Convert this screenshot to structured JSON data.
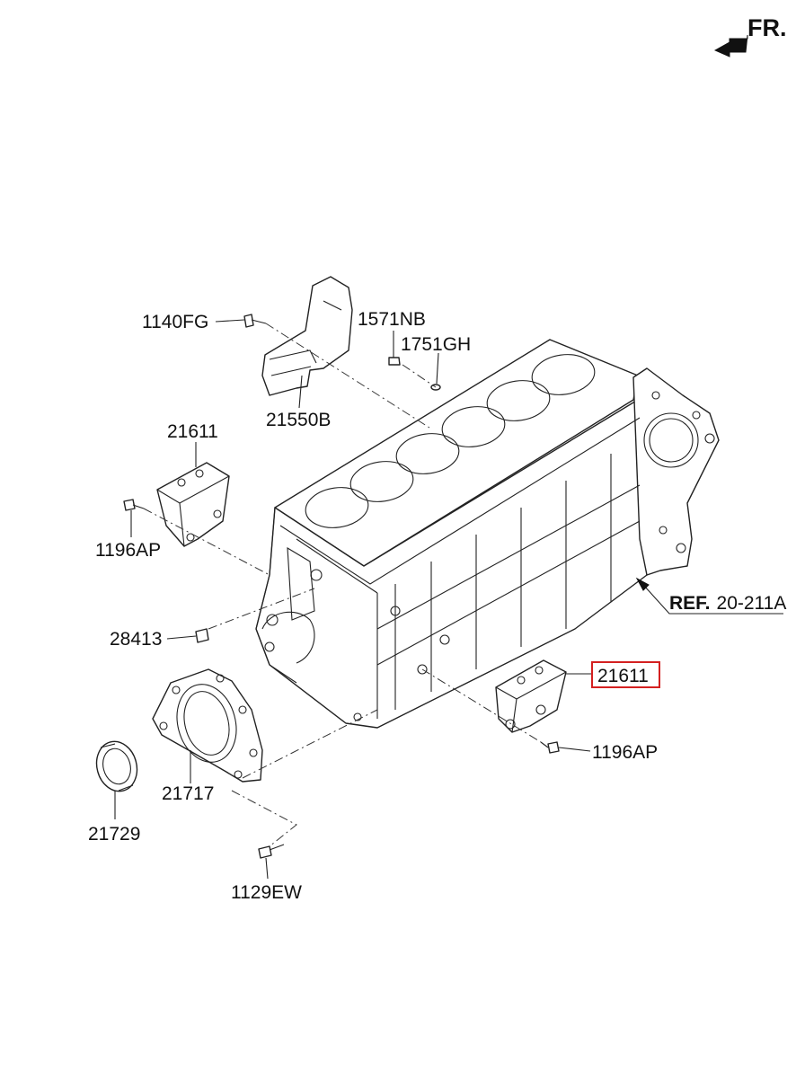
{
  "orientation": {
    "label": "FR."
  },
  "reference": {
    "prefix": "REF.",
    "code": "20-211A"
  },
  "callouts": [
    {
      "id": "1140FG",
      "label": "1140FG"
    },
    {
      "id": "1571NB",
      "label": "1571NB"
    },
    {
      "id": "1751GH",
      "label": "1751GH"
    },
    {
      "id": "21550B",
      "label": "21550B"
    },
    {
      "id": "21611-upper",
      "label": "21611"
    },
    {
      "id": "1196AP-left",
      "label": "1196AP"
    },
    {
      "id": "28413",
      "label": "28413"
    },
    {
      "id": "21611-right",
      "label": "21611",
      "highlighted": true
    },
    {
      "id": "1196AP-right",
      "label": "1196AP"
    },
    {
      "id": "21717",
      "label": "21717"
    },
    {
      "id": "21729",
      "label": "21729"
    },
    {
      "id": "1129EW",
      "label": "1129EW"
    }
  ],
  "colors": {
    "line": "#222222",
    "highlight": "#d42020",
    "background": "#ffffff"
  }
}
